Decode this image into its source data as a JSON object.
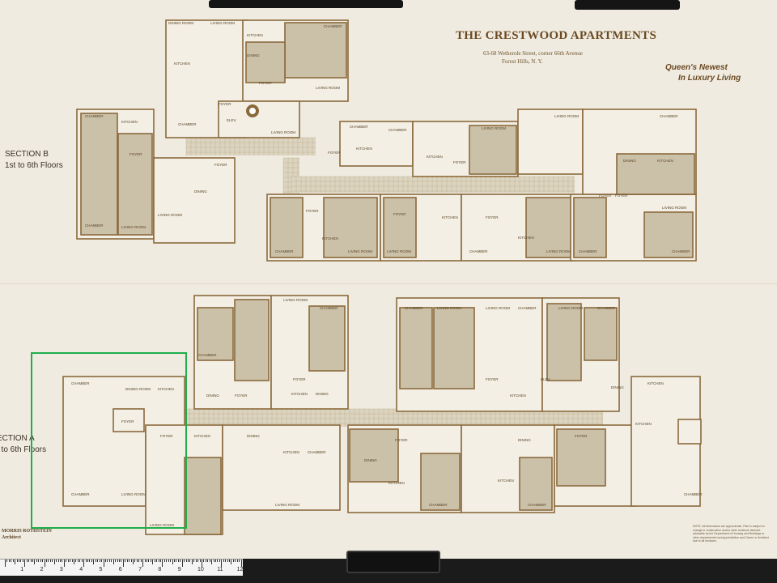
{
  "document": {
    "title": "THE CRESTWOOD APARTMENTS",
    "address_line1": "63-68 Wetherole Street, corner 66th Avenue",
    "address_line2": "Forest Hills, N. Y.",
    "tagline_line1": "Queen's Newest",
    "tagline_line2": "In Luxury Living",
    "section_b_line1": "SECTION B",
    "section_b_line2": "1st to 6th Floors",
    "section_a_line1": "ECTION A",
    "section_a_line2": "t to 6th Floors",
    "architect_name": "MORRIS ROTHSTEIN",
    "architect_title": "Architect",
    "note": "NOTE: All dimensions are approximate. Plan is subject to change in construction and/or other revisions deemed advisable by the Department of Housing and Buildings or other departments having jurisdiction and Owner or Architect due to all revisions."
  },
  "room_labels": {
    "chamber": "CHAMBER",
    "living_room": "LIVING ROOM",
    "dining_room": "DINING ROOM",
    "kitchen": "KITCHEN",
    "foyer": "FOYER",
    "dining": "DINING",
    "elev": "ELEV."
  },
  "ruler": {
    "numbers": [
      "1",
      "2",
      "3",
      "4",
      "5",
      "6",
      "7",
      "8",
      "9",
      "10",
      "11",
      "12"
    ]
  },
  "colors": {
    "paper": "#efebe0",
    "wall": "#8a6a3c",
    "room_shaded": "#cbc1a8",
    "corridor": "#ddd4c0",
    "title": "#6b4a22",
    "highlight": "#1fae4b"
  }
}
